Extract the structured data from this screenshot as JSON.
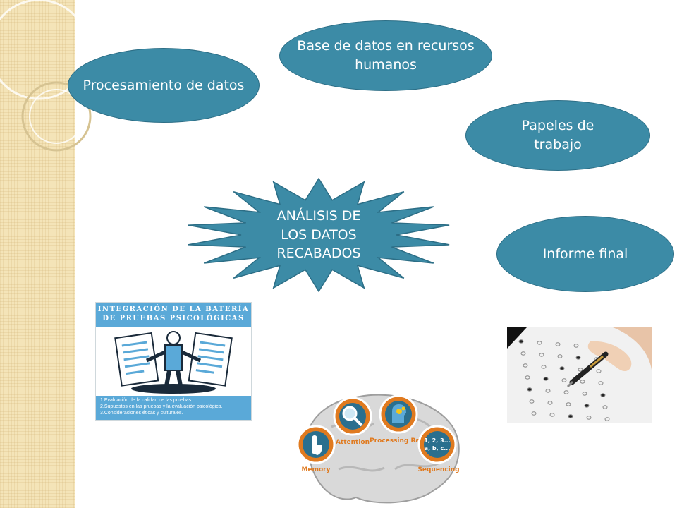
{
  "nodes": {
    "procesamiento": "Procesamiento de datos",
    "base_datos": "Base de datos en recursos humanos",
    "papeles": "Papeles de trabajo",
    "informe": "Informe final",
    "center": "ANÁLISIS DE LOS DATOS RECABADOS"
  },
  "bateria_image": {
    "title_line1": "Integración de la batería",
    "title_line2": "de pruebas psicológicas",
    "items": [
      "1.Evaluación de la calidad de las pruebas.",
      "2.Supuestos en las pruebas y la evaluación psicológica.",
      "3.Consideraciones éticas y culturales."
    ]
  },
  "brain_image": {
    "labels": {
      "memory": "Memory",
      "attention": "Attention",
      "processing": "Processing Rate",
      "sequencing": "Sequencing",
      "seq_text1": "1, 2, 3...",
      "seq_text2": "a, b, c..."
    }
  },
  "colors": {
    "node_fill": "#3c8ba6",
    "node_border": "#2c6e86",
    "stripe": "#f4e4b8",
    "image_blue": "#5aa9d8",
    "brain_orange": "#e07a1f"
  },
  "icons": {
    "brain": "brain-icon",
    "magnifier": "magnifier-icon",
    "gears-head": "gears-head-icon",
    "finger": "finger-icon",
    "pen": "pen-icon"
  }
}
